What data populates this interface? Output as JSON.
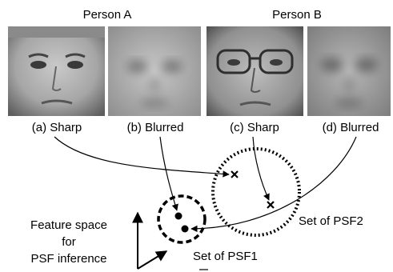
{
  "persons": {
    "a": "Person A",
    "b": "Person B"
  },
  "faces": [
    {
      "label": "(a) Sharp",
      "icon": "face-photo-sharp"
    },
    {
      "label": "(b) Blurred",
      "icon": "face-photo-blurred"
    },
    {
      "label": "(c) Sharp",
      "icon": "face-photo-sharp-glasses"
    },
    {
      "label": "(d) Blurred",
      "icon": "face-photo-blurred"
    }
  ],
  "feature_space": {
    "line1": "Feature space",
    "line2": "for",
    "line3": "PSF inference"
  },
  "sets": {
    "psf1": "Set of PSF1",
    "psf2": "Set of PSF2"
  },
  "colors": {
    "ink": "#000000",
    "face_light": "#b9b9b9",
    "face_dark": "#6a6a6a"
  }
}
